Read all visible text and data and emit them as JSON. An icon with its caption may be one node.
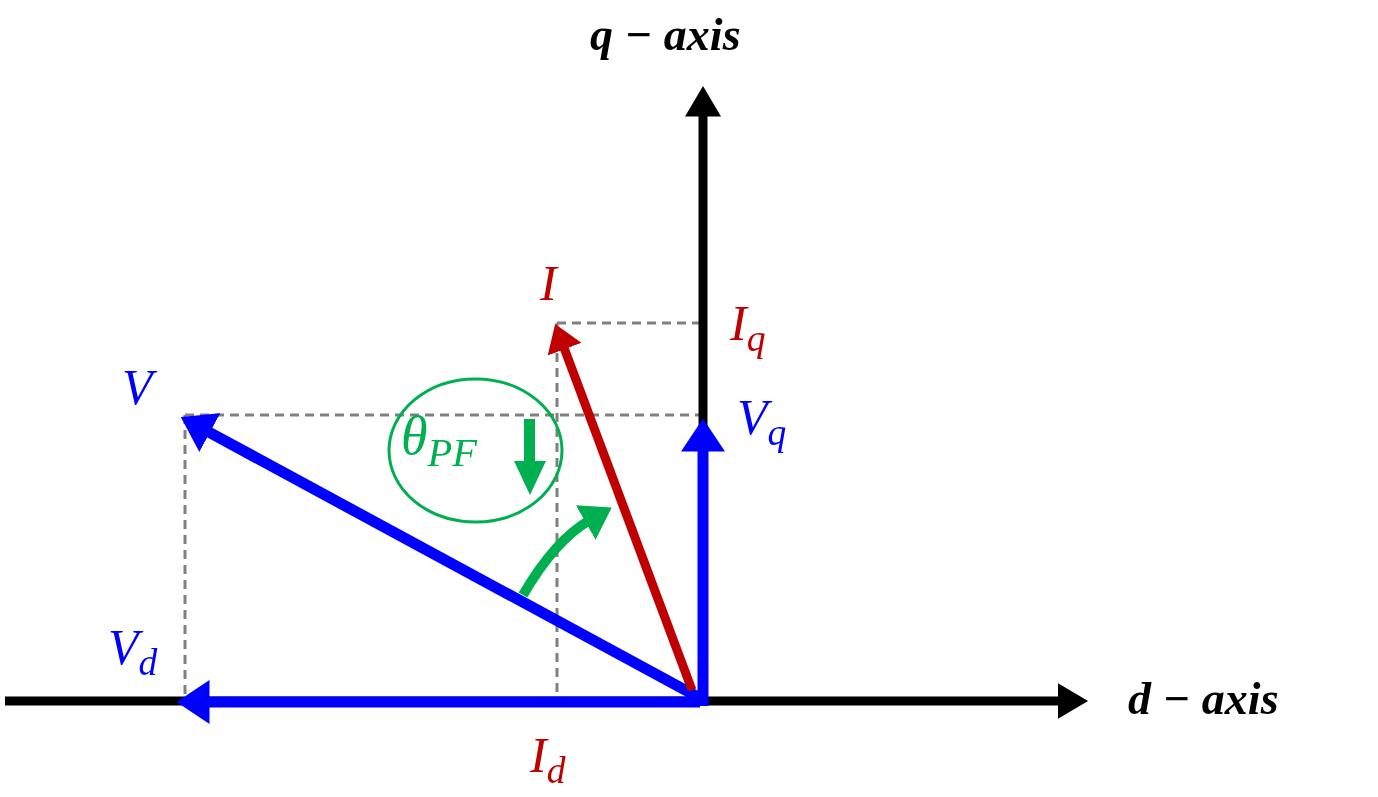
{
  "diagram": {
    "nodes": [
      {
        "text": [
          "θ$_{PF}$"
        ]
      }
    ],
    "labels": [
      "q − axis",
      "I",
      "I$_{q}$",
      "V",
      "V$_{q}$",
      "V$_{d}$",
      "d − axis",
      "I$_{d}$"
    ]
  }
}
